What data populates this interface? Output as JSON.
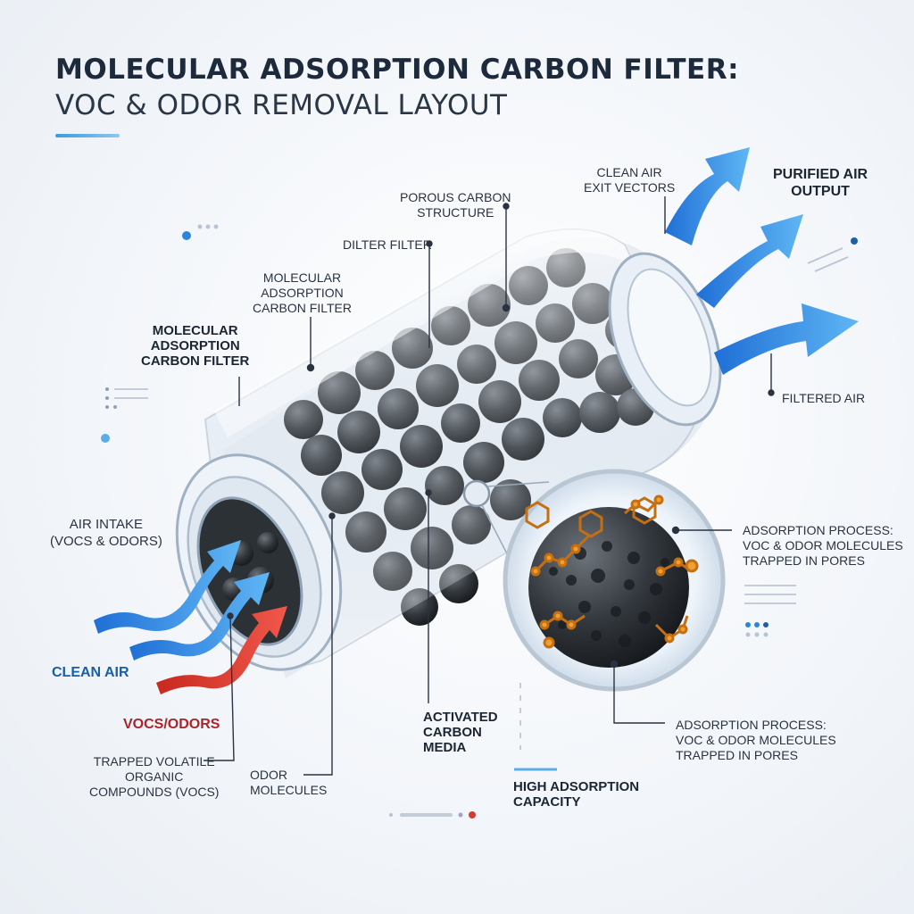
{
  "title": {
    "line1": "MOLECULAR ADSORPTION CARBON FILTER:",
    "line2": "VOC & ODOR REMOVAL LAYOUT"
  },
  "labels": {
    "porous_carbon_1": "POROUS CARBON",
    "porous_carbon_2": "STRUCTURE",
    "dilter_filter": "DILTER FILTER",
    "clean_air_exit_1": "CLEAN AIR",
    "clean_air_exit_2": "EXIT VECTORS",
    "purified_1": "PURIFIED AIR",
    "purified_2": "OUTPUT",
    "mol_mid_1": "MOLECULAR",
    "mol_mid_2": "ADSORPTION",
    "mol_mid_3": "CARBON FILTER",
    "mol_left_1": "MOLECULAR",
    "mol_left_2": "ADSORPTION",
    "mol_left_3": "CARBON FILTER",
    "filtered_air": "FILTERED AIR",
    "air_intake_1": "AIR INTAKE",
    "air_intake_2": "(VOCs & ODORS)",
    "clean_air": "CLEAN AIR",
    "vocs_odors": "VOCs/ODORS",
    "trapped_1": "TRAPPED VOLATILE",
    "trapped_2": "ORGANIC",
    "trapped_3": "COMPOUNDS (VOCs)",
    "odor_1": "ODOR",
    "odor_2": "MOLECULES",
    "activated_1": "ACTIVATED",
    "activated_2": "CARBON",
    "activated_3": "MEDIA",
    "adsorption_upper_1": "ADSORPTION PROCESS:",
    "adsorption_upper_2": "VOC & ODOR MOLECULES",
    "adsorption_upper_3": "TRAPPED IN PORES",
    "adsorption_lower_1": "ADSORPTION PROCESS:",
    "adsorption_lower_2": "VOC & ODOR MOLECULES",
    "adsorption_lower_3": "TRAPPED IN PORES",
    "high_capacity_1": "HIGH ADSORPTION",
    "high_capacity_2": "CAPACITY"
  },
  "colors": {
    "clean_air": "#2b8fe0",
    "vocs": "#d6392f",
    "carbon": "#2d3136",
    "molecule": "#e8931e"
  }
}
